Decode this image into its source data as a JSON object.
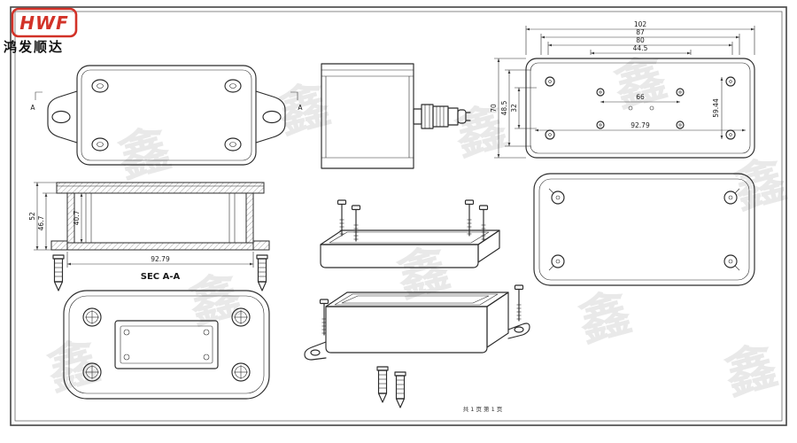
{
  "document": {
    "type": "technical-drawing",
    "footer_page_info": "共 1 页  第 1 页"
  },
  "logo": {
    "brand": "HWF",
    "company": "鸿发顺达"
  },
  "watermark": {
    "glyph": "鑫"
  },
  "views": {
    "top_view": {
      "section_label_left": "A",
      "section_label_right": "A"
    },
    "dimensioned_top_view": {
      "dim_102": "102",
      "dim_87": "87",
      "dim_80": "80",
      "dim_44_5": "44.5",
      "dim_66": "66",
      "dim_92_79": "92.79",
      "dim_70": "70",
      "dim_48_5": "48.5",
      "dim_32": "32",
      "dim_59_44": "59.44"
    },
    "section_view": {
      "label": "SEC A-A",
      "dim_52": "52",
      "dim_46_7": "46.7",
      "dim_40_7": "40.7",
      "dim_92_79": "92.79"
    }
  },
  "colors": {
    "line": "#2b2b2b",
    "dim_line": "#3a3a3a",
    "logo_red": "#d23228",
    "watermark": "#e9e9e9"
  }
}
